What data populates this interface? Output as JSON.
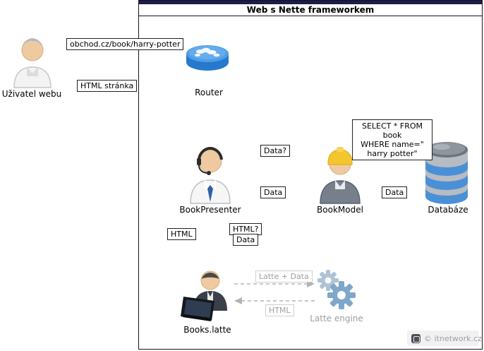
{
  "frame": {
    "title": "Web s Nette frameworkem"
  },
  "nodes": {
    "user": {
      "label": "Uživatel webu"
    },
    "router": {
      "label": "Router"
    },
    "presenter": {
      "label": "BookPresenter"
    },
    "model": {
      "label": "BookModel"
    },
    "database": {
      "label": "Databáze"
    },
    "template": {
      "label": "Books.latte"
    },
    "engine": {
      "label": "Latte engine"
    }
  },
  "messages": {
    "request_url": "obchod.cz/book/harry-potter",
    "html_page": "HTML stránka",
    "data_question": "Data?",
    "data_reply": "Data",
    "sql": {
      "line1": "SELECT * FROM book",
      "line2": "WHERE name=\"",
      "line3": "harry potter\""
    },
    "db_data": "Data",
    "html_result": "HTML",
    "html_question": "HTML?",
    "template_data": "Data",
    "latte_plus_data": "Latte + Data",
    "engine_html": "HTML"
  },
  "watermark": {
    "text": "© itnetwork.cz"
  },
  "colors": {
    "frame_header": "#1d1d4b",
    "router_blue": "#2679cc",
    "db_blue": "#4a90d6",
    "gear_blue": "#7fa7c9",
    "helmet_yellow": "#f5c52e",
    "tie_blue": "#2f62a8",
    "muted_text": "#9e9e9e"
  }
}
